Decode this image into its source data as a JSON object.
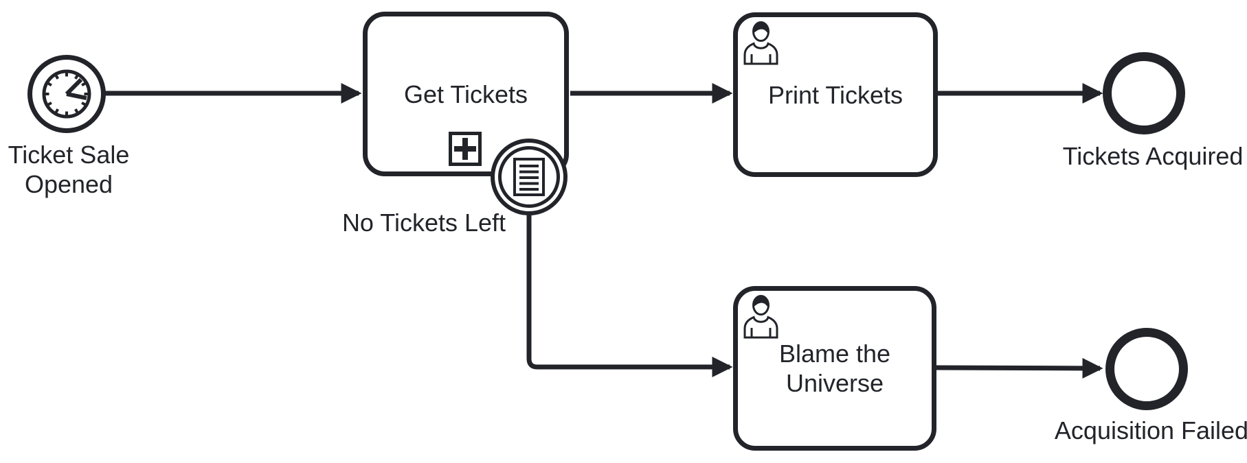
{
  "diagram": {
    "kind": "bpmn-process-diagram",
    "colors": {
      "stroke": "#22242a",
      "fill": "#ffffff",
      "background": "#ffffff"
    },
    "elements": {
      "start_event": {
        "type": "timer-start-event",
        "icon": "clock-icon",
        "label_lines": [
          "Ticket Sale",
          "Opened"
        ]
      },
      "get_tickets": {
        "type": "collapsed-subprocess",
        "marker": "plus-marker-icon",
        "label": "Get Tickets"
      },
      "no_tickets_boundary": {
        "type": "conditional-boundary-event",
        "icon": "conditional-document-icon",
        "label": "No Tickets Left"
      },
      "print_tickets": {
        "type": "user-task",
        "icon": "user-icon",
        "label": "Print Tickets"
      },
      "tickets_acquired_end": {
        "type": "end-event",
        "label": "Tickets Acquired"
      },
      "blame_universe": {
        "type": "user-task",
        "icon": "user-icon",
        "label_lines": [
          "Blame the",
          "Universe"
        ]
      },
      "acquisition_failed_end": {
        "type": "end-event",
        "label": "Acquisition Failed"
      }
    },
    "flows": [
      {
        "from": "start_event",
        "to": "get_tickets"
      },
      {
        "from": "get_tickets",
        "to": "print_tickets"
      },
      {
        "from": "print_tickets",
        "to": "tickets_acquired_end"
      },
      {
        "from": "no_tickets_boundary",
        "to": "blame_universe"
      },
      {
        "from": "blame_universe",
        "to": "acquisition_failed_end"
      }
    ]
  }
}
